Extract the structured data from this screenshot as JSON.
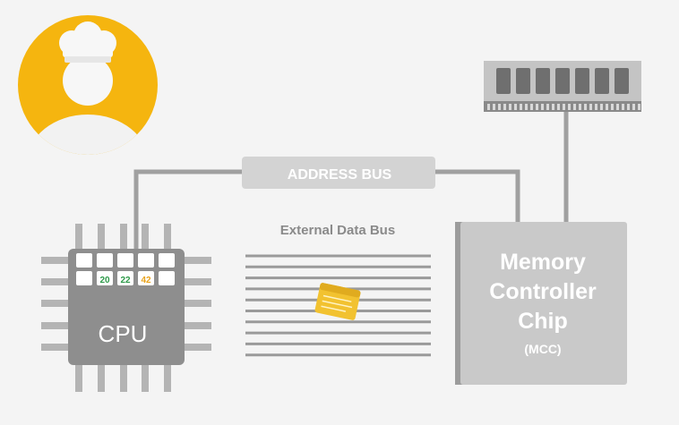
{
  "diagram": {
    "address_bus_label": "ADDRESS BUS",
    "external_data_bus_label": "External Data Bus",
    "cpu": {
      "label": "CPU",
      "registers": [
        {
          "value": "20",
          "color": "#2e9a4a"
        },
        {
          "value": "22",
          "color": "#2e9a4a"
        },
        {
          "value": "42",
          "color": "#e8a21a"
        }
      ]
    },
    "mcc": {
      "line1": "Memory",
      "line2": "Controller",
      "line3": "Chip",
      "abbr": "(MCC)"
    }
  },
  "colors": {
    "background": "#f4f4f4",
    "avatar_yellow": "#f5b50f",
    "chip_gray": "#8e8e8e",
    "mcc_gray": "#c9c9c9",
    "bus_gray": "#a0a0a0",
    "data_packet": "#f2c230"
  },
  "icons": {
    "avatar": "chef-avatar-icon",
    "ram": "ram-module-icon",
    "packet": "data-packet-icon"
  }
}
